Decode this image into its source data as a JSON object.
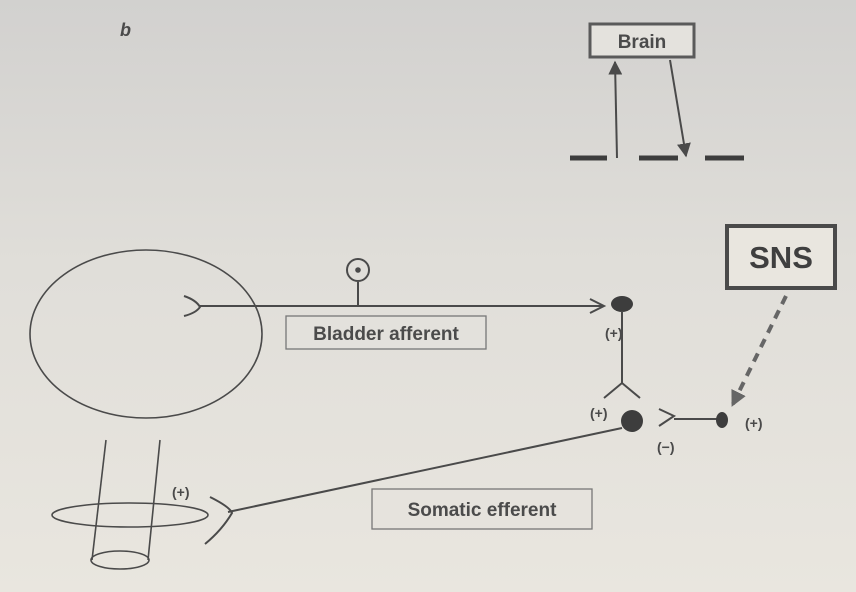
{
  "panel_letter": "b",
  "labels": {
    "brain": "Brain",
    "sns": "SNS",
    "bladder_afferent": "Bladder afferent",
    "somatic_efferent": "Somatic efferent"
  },
  "signs": {
    "upper_plus": "(+)",
    "left_plus": "(+)",
    "minus": "(−)",
    "right_plus": "(+)",
    "sphincter_plus": "(+)"
  },
  "colors": {
    "ink": "#4a4a4a",
    "paper": "#e2e0db"
  }
}
